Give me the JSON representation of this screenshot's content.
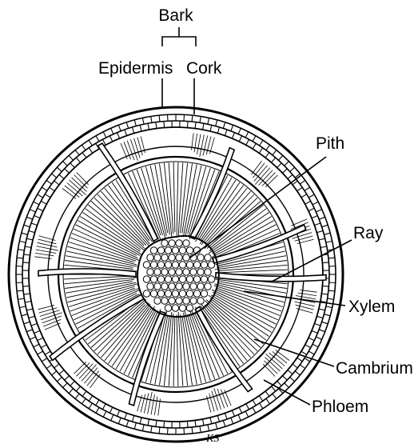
{
  "diagram": {
    "labels": {
      "bark": "Bark",
      "epidermis": "Epidermis",
      "cork": "Cork",
      "pith": "Pith",
      "ray": "Ray",
      "xylem": "Xylem",
      "cambrium": "Cambrium",
      "phloem": "Phloem"
    },
    "signature": "KS"
  }
}
